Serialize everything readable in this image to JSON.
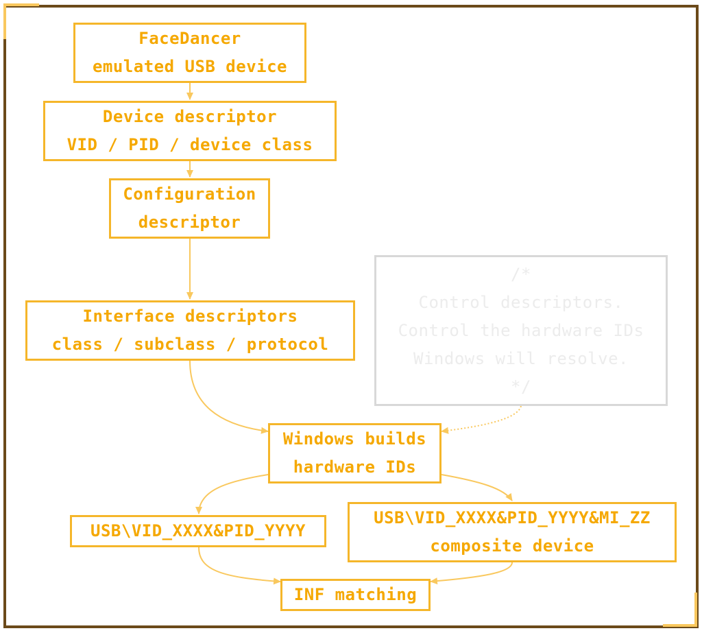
{
  "colors": {
    "frame": "#6b4a1a",
    "accent": "#f5b62a",
    "text": "#f5a800",
    "edge": "#f9c85e",
    "note_border": "#d8d8d8",
    "note_text": "#ececec"
  },
  "nodes": {
    "facedancer": {
      "line1": "FaceDancer",
      "line2": "emulated USB device"
    },
    "device_descriptor": {
      "line1": "Device descriptor",
      "line2": "VID / PID / device class"
    },
    "config_descriptor": {
      "line1": "Configuration",
      "line2": "descriptor"
    },
    "interface_descriptors": {
      "line1": "Interface descriptors",
      "line2": "class / subclass / protocol"
    },
    "windows_builds": {
      "line1": "Windows builds",
      "line2": "hardware IDs"
    },
    "usb_vid_pid": {
      "line1": "USB\\VID_XXXX&PID_YYYY"
    },
    "usb_composite": {
      "line1": "USB\\VID_XXXX&PID_YYYY&MI_ZZ",
      "line2": "composite device"
    },
    "inf_matching": {
      "line1": "INF matching"
    }
  },
  "note": {
    "line1": "/*",
    "line2": "Control descriptors.",
    "line3": "Control the hardware IDs",
    "line4": "Windows will resolve.",
    "line5": "*/"
  }
}
